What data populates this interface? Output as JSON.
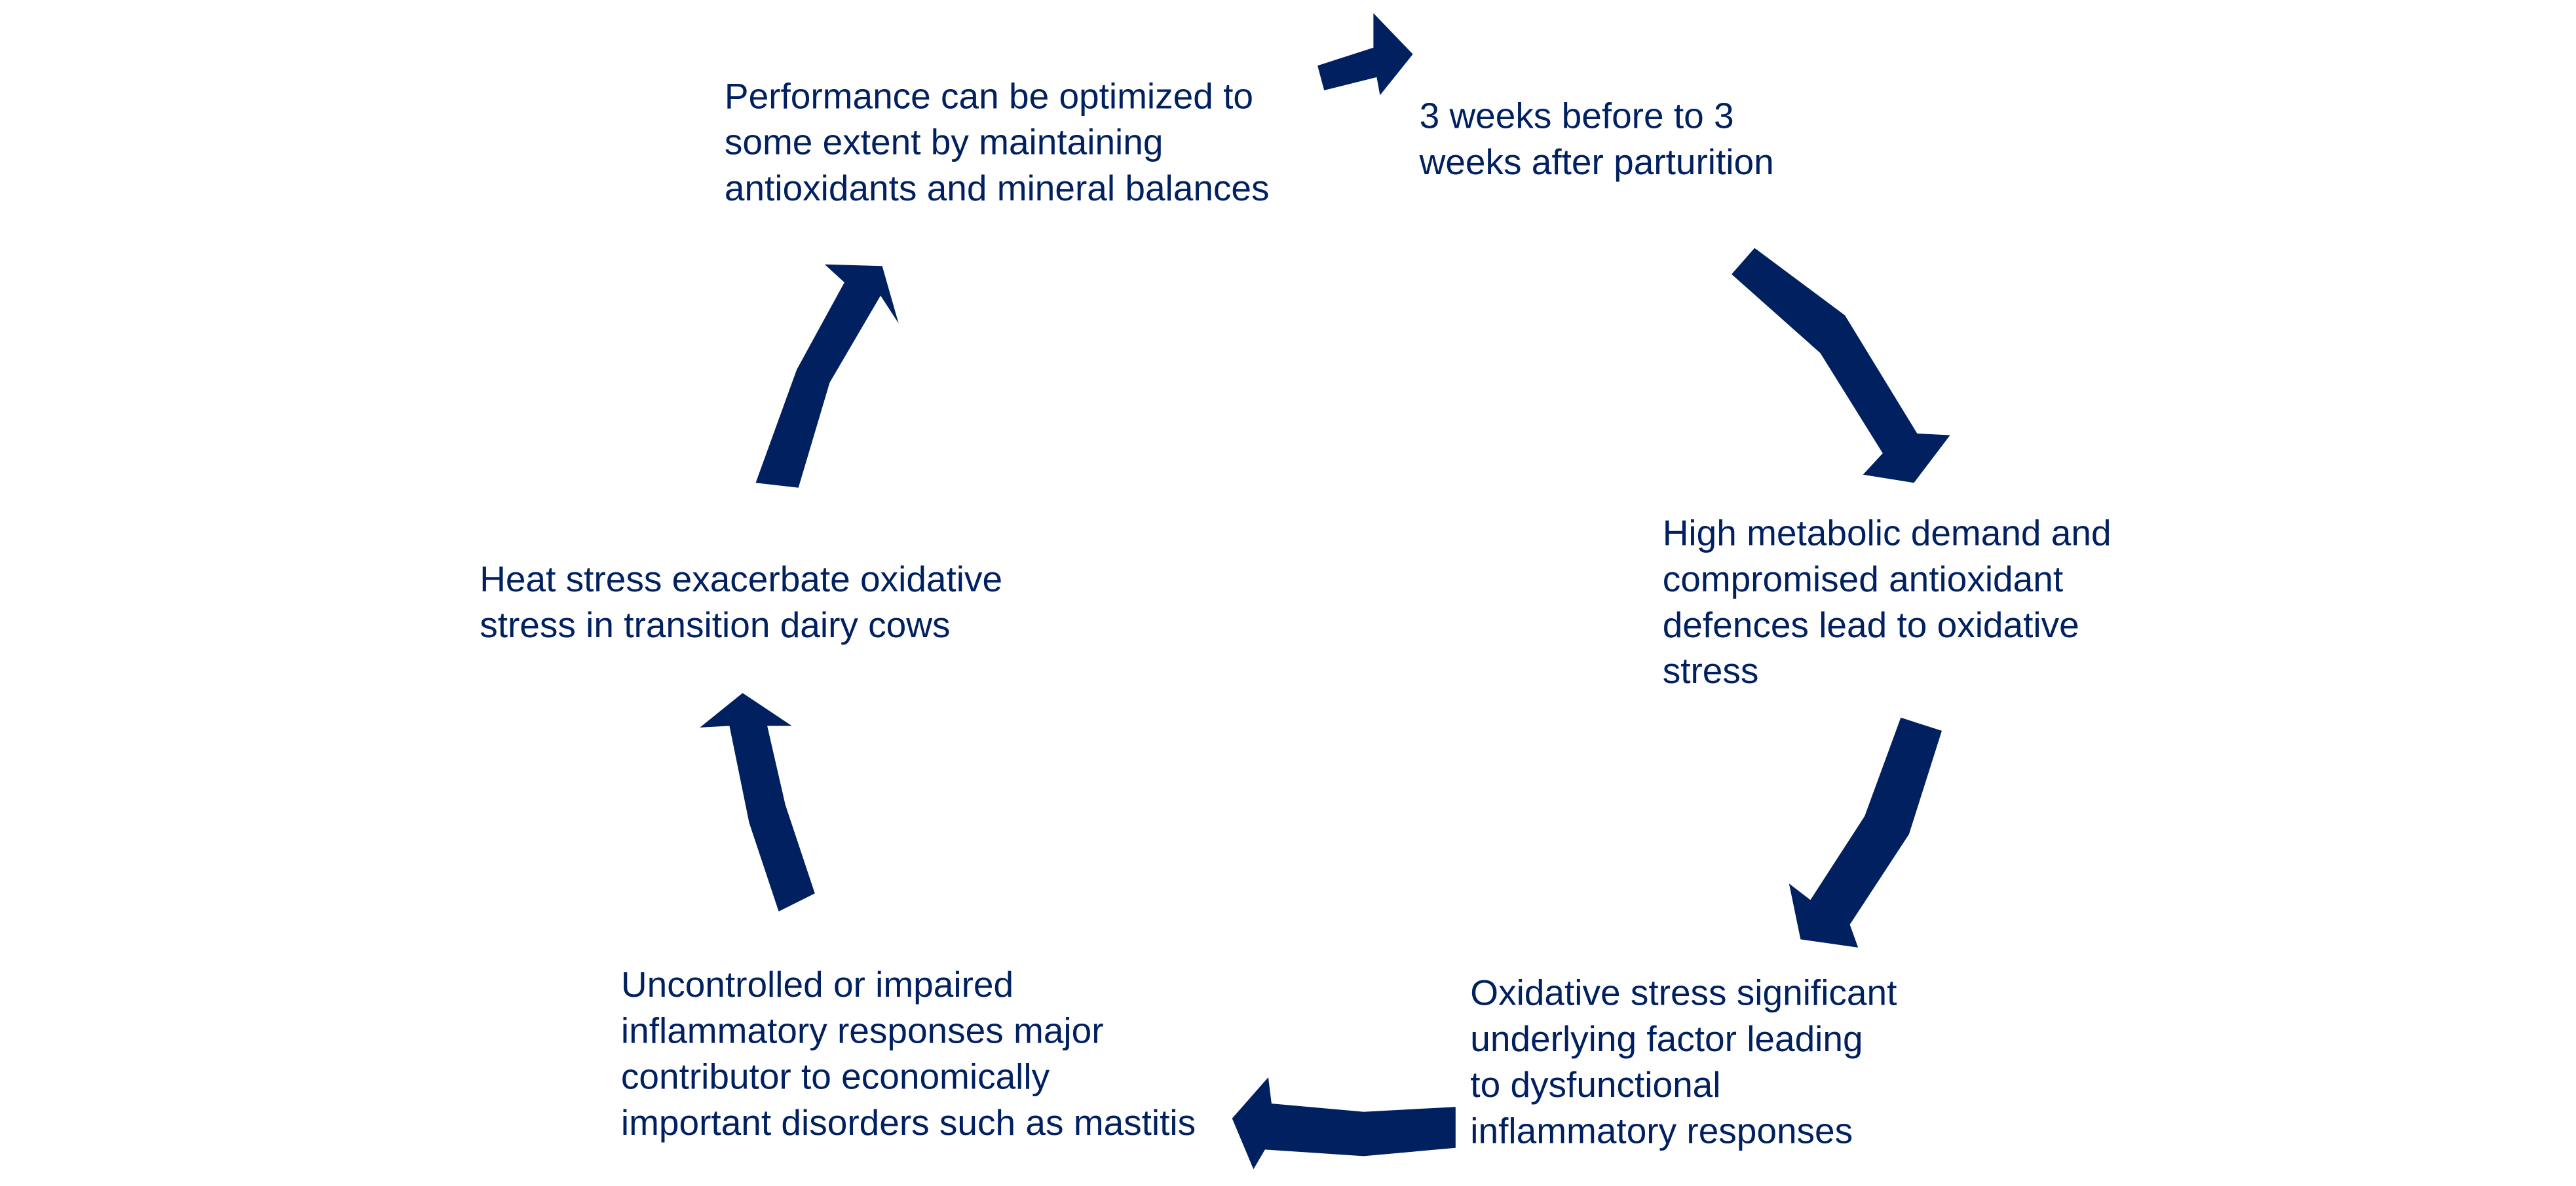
{
  "diagram": {
    "type": "cycle",
    "colors": {
      "arrow": "#002060",
      "text": "#002060",
      "background": "#ffffff"
    },
    "nodes": [
      {
        "id": "period",
        "lines": [
          "3 weeks before to 3",
          "weeks after parturition"
        ]
      },
      {
        "id": "metabolic-demand",
        "lines": [
          "High metabolic demand and",
          "compromised antioxidant",
          "defences lead to oxidative",
          "stress"
        ]
      },
      {
        "id": "oxidative-stress-factor",
        "lines": [
          "Oxidative stress significant",
          "underlying factor leading",
          "to dysfunctional",
          "inflammatory responses"
        ]
      },
      {
        "id": "inflammatory-responses",
        "lines": [
          "Uncontrolled or impaired",
          "inflammatory responses major",
          "contributor to economically",
          "important disorders such as mastitis"
        ]
      },
      {
        "id": "heat-stress",
        "lines": [
          "Heat stress exacerbate oxidative",
          "stress in transition dairy cows"
        ]
      },
      {
        "id": "performance",
        "lines": [
          "Performance can be optimized to",
          "some extent by maintaining",
          "antioxidants and mineral balances"
        ]
      }
    ]
  }
}
